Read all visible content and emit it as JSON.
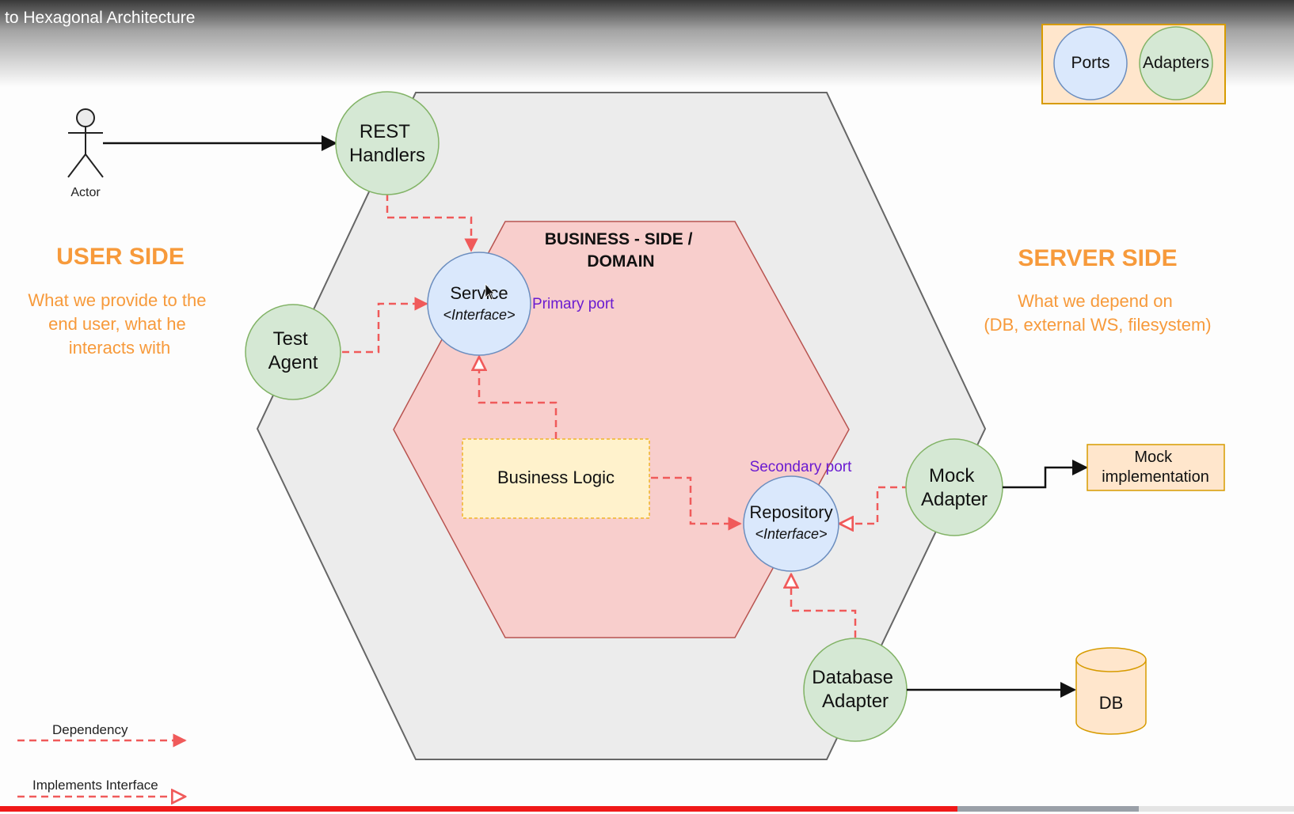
{
  "video": {
    "title": "to Hexagonal Architecture",
    "progress": 0.74,
    "buffered": 0.88
  },
  "legend": {
    "ports": "Ports",
    "adapters": "Adapters"
  },
  "actor": {
    "label": "Actor"
  },
  "user_side": {
    "title": "USER SIDE",
    "desc": [
      "What we provide to the",
      "end user, what he",
      "interacts with"
    ]
  },
  "server_side": {
    "title": "SERVER SIDE",
    "desc": [
      "What we depend on",
      "(DB, external WS, filesystem)"
    ]
  },
  "domain": {
    "title": [
      "BUSINESS - SIDE /",
      "DOMAIN"
    ]
  },
  "adapters": {
    "rest": [
      "REST",
      "Handlers"
    ],
    "test": [
      "Test",
      "Agent"
    ],
    "mock": [
      "Mock",
      "Adapter"
    ],
    "database": [
      "Database",
      "Adapter"
    ]
  },
  "ports": {
    "service": {
      "name": "Service",
      "kind": "<Interface>",
      "caption": "Primary port"
    },
    "repository": {
      "name": "Repository",
      "kind": "<Interface>",
      "caption": "Secondary port"
    }
  },
  "business_logic": "Business Logic",
  "mock_impl": [
    "Mock",
    "implementation"
  ],
  "db": "DB",
  "arrow_legend": {
    "dependency": "Dependency",
    "implements": "Implements Interface"
  },
  "colors": {
    "adapter_fill": "#d5e8d4",
    "adapter_stroke": "#82b366",
    "port_fill": "#dae8fc",
    "port_stroke": "#6c8ebf",
    "domain_fill": "#f8cecc",
    "domain_stroke": "#b85450",
    "outer_fill": "#ececec",
    "outer_stroke": "#666666",
    "orange": "#f79a3b",
    "accent_text": "#6a1bd1",
    "dashed_red": "#f05a5a"
  }
}
